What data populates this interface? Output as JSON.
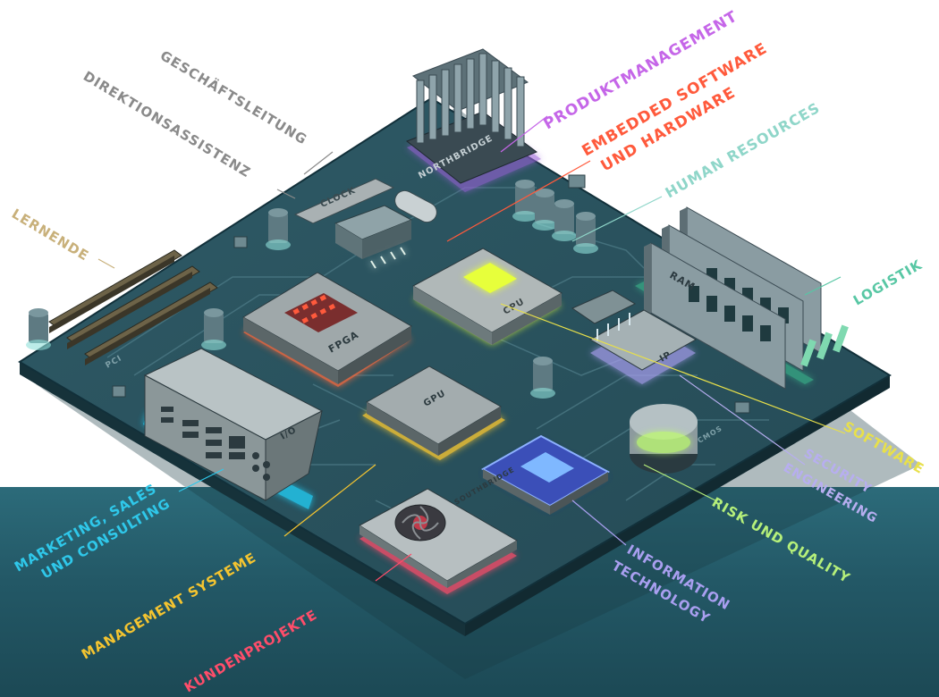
{
  "chips": {
    "cpu": "CPU",
    "gpu": "GPU",
    "fpga": "FPGA",
    "northbridge": "NORTHBRIDGE",
    "southbridge": "SOUTHBRIDGE",
    "ram": "RAM",
    "clock": "CLOCK",
    "io": "I/O",
    "ip": "IP",
    "pci": "PCI",
    "cmos": "CMOS"
  },
  "departments": [
    {
      "id": "produktmanagement",
      "label": "PRODUKTMANAGEMENT",
      "color": "#c566e8"
    },
    {
      "id": "embedded",
      "label": "EMBEDDED SOFTWARE",
      "label2": "UND HARDWARE",
      "color": "#ff5a3c"
    },
    {
      "id": "human-resources",
      "label": "HUMAN RESOURCES",
      "color": "#8fd6c9"
    },
    {
      "id": "geschaeftsleitung",
      "label": "GESCHÄFTSLEITUNG",
      "color": "#8a8a8a"
    },
    {
      "id": "direktionsassistenz",
      "label": "DIREKTIONSASSISTENZ",
      "color": "#8a8a8a"
    },
    {
      "id": "lernende",
      "label": "LERNENDE",
      "color": "#c8b07a"
    },
    {
      "id": "logistik",
      "label": "LOGISTIK",
      "color": "#58c7a4"
    },
    {
      "id": "software",
      "label": "SOFTWARE",
      "color": "#e8e04a"
    },
    {
      "id": "security",
      "label": "SECURITY",
      "label2": "ENGINEERING",
      "color": "#b7aef0"
    },
    {
      "id": "risk",
      "label": "RISK UND QUALITY",
      "color": "#b6f07a"
    },
    {
      "id": "information",
      "label": "INFORMATION",
      "label2": "TECHNOLOGY",
      "color": "#a99ff0"
    },
    {
      "id": "marketing",
      "label": "MARKETING, SALES",
      "label2": "UND CONSULTING",
      "color": "#2fc8ea"
    },
    {
      "id": "management-systeme",
      "label": "MANAGEMENT SYSTEME",
      "color": "#f4c430"
    },
    {
      "id": "kundenprojekte",
      "label": "KUNDENPROJEKTE",
      "color": "#ff4d6a"
    }
  ]
}
